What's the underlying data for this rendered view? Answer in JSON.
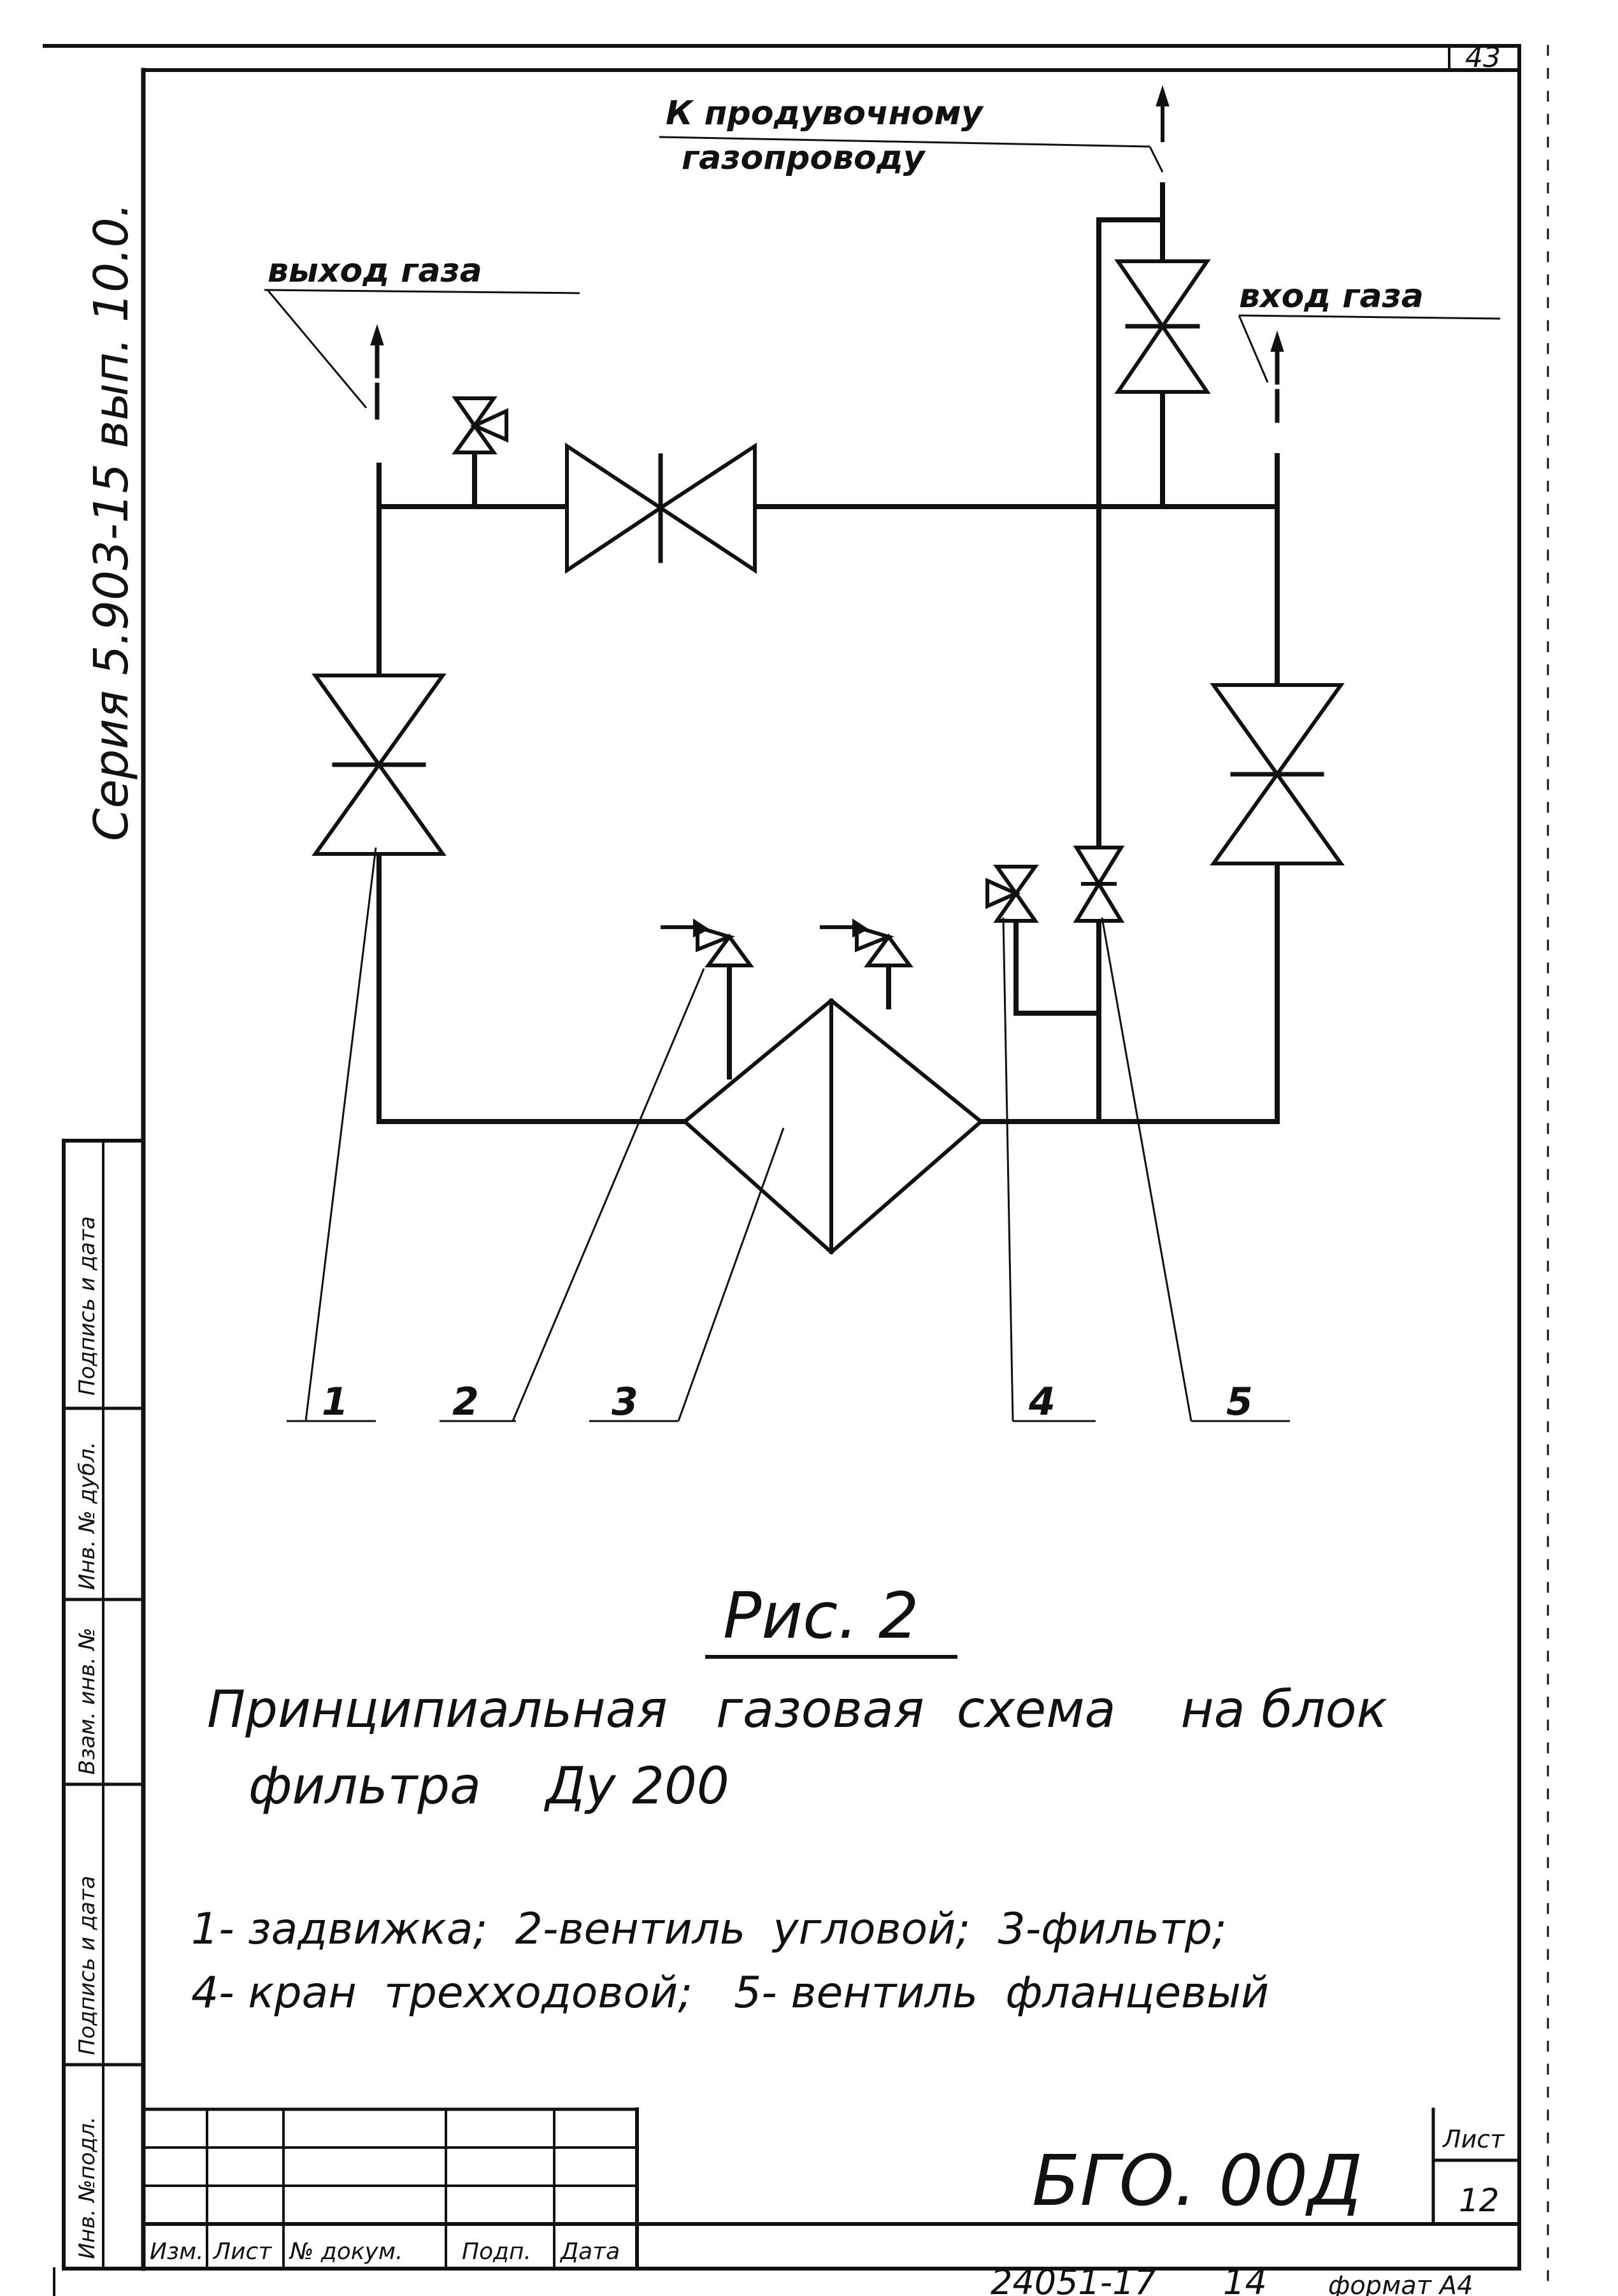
{
  "sheet_corner_number": "43",
  "series_note": "Серия 5.903-15 вып. 10.0.",
  "labels": {
    "purge": [
      "К продувочному",
      "газопроводу"
    ],
    "gas_out": "выход газа",
    "gas_in": "вход газа"
  },
  "callouts": [
    "1",
    "2",
    "3",
    "4",
    "5"
  ],
  "figure": {
    "title": "Рис. 2",
    "caption_line1": "Принципиальная   газовая  схема    на блок",
    "caption_line2": "фильтра    Ду 200"
  },
  "legend": {
    "line1": "1- задвижка;  2-вентиль  угловой;  3-фильтр;",
    "line2": "4- кран  трехходовой;   5- вентиль  фланцевый"
  },
  "margin_stamp": {
    "cells": [
      "Инв. №подл.",
      "Подпись и дата",
      "Взам. инв. №",
      "Инв. № дубл.",
      "Подпись и дата"
    ]
  },
  "title_block": {
    "column_headers": [
      "Изм.",
      "Лист",
      "№ докум.",
      "Подп.",
      "Дата"
    ],
    "designation": "БГО. 00Д",
    "sheet_label": "Лист",
    "sheet_number": "12",
    "bottom_number": "24051-17",
    "bottom_sheet": "14",
    "format_label": "формат А4"
  }
}
